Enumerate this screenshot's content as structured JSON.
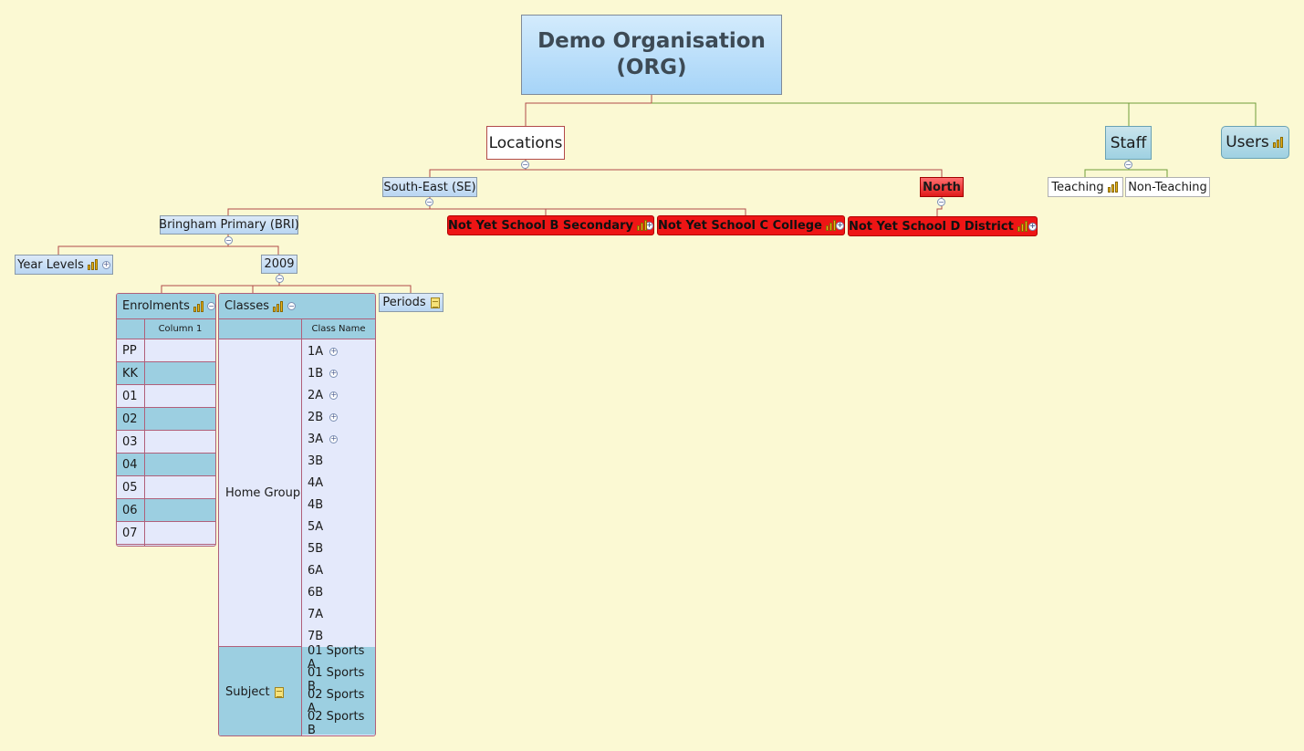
{
  "root": {
    "line1": "Demo Organisation",
    "line2": "(ORG)"
  },
  "locations": "Locations",
  "staff": "Staff",
  "users": "Users",
  "staff_children": [
    "Teaching",
    "Non-Teaching"
  ],
  "south_east": "South-East (SE)",
  "north": "North",
  "schools": {
    "bringham": "Bringham Primary (BRI)",
    "school_b": "Not Yet School B Secondary",
    "school_c": "Not Yet School C College",
    "school_d": "Not Yet School D District"
  },
  "year_levels": "Year Levels",
  "year": "2009",
  "periods": "Periods",
  "enrolments": {
    "title": "Enrolments",
    "column": "Column 1",
    "rows": [
      "PP",
      "KK",
      "01",
      "02",
      "03",
      "04",
      "05",
      "06",
      "07"
    ]
  },
  "classes": {
    "title": "Classes",
    "column": "Class Name",
    "home_group_label": "Home Group",
    "home_group": [
      "1A",
      "1B",
      "2A",
      "2B",
      "3A",
      "3B",
      "4A",
      "4B",
      "5A",
      "5B",
      "6A",
      "6B",
      "7A",
      "7B"
    ],
    "subject_label": "Subject",
    "subject": [
      "01 Sports A",
      "01 Sports B",
      "02 Sports A",
      "02 Sports B"
    ]
  },
  "colors": {
    "background": "#fbf9d3",
    "connector_red": "#b24a4a",
    "connector_green": "#6f9d3a",
    "alert_red": "#ee1515",
    "table_blue": "#9ccfe1"
  }
}
